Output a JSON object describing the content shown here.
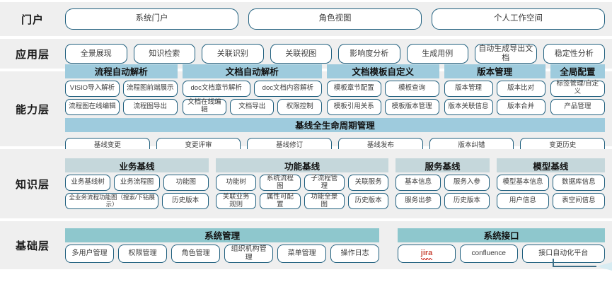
{
  "layers": [
    {
      "key": "portal",
      "label": "门户"
    },
    {
      "key": "application",
      "label": "应用层"
    },
    {
      "key": "capability",
      "label": "能力层"
    },
    {
      "key": "knowledge",
      "label": "知识层"
    },
    {
      "key": "foundation",
      "label": "基础层"
    }
  ],
  "colors": {
    "band_bg": "#efefef",
    "pill_border": "#1f5f7e",
    "capability_header": "#9ecbdd",
    "knowledge_header": "#c5d7db",
    "foundation_header": "#8ec7cd",
    "page_bg": "#ffffff"
  },
  "portal": {
    "label": "门户",
    "items": [
      "系统门户",
      "角色视图",
      "个人工作空间"
    ]
  },
  "application": {
    "label": "应用层",
    "items": [
      "全景展现",
      "知识检索",
      "关联识别",
      "关联视图",
      "影响度分析",
      "生成用例",
      "自动生成导出文档",
      "稳定性分析"
    ]
  },
  "capability": {
    "label": "能力层",
    "groups": [
      {
        "title": "流程自动解析",
        "rows": [
          [
            "VISIO导入解析",
            "流程图前端展示"
          ],
          [
            "流程图在线编辑",
            "流程图导出"
          ]
        ]
      },
      {
        "title": "文档自动解析",
        "rows": [
          [
            "doc文档章节解析",
            "doc文档内容解析"
          ],
          [
            "文档在线编辑",
            "文档导出",
            "权限控制"
          ]
        ]
      },
      {
        "title": "文档模板自定义",
        "rows": [
          [
            "模板章节配置",
            "模板查询"
          ],
          [
            "模板引用关系",
            "模板版本管理"
          ]
        ]
      },
      {
        "title": "版本管理",
        "rows": [
          [
            "版本管理",
            "版本比对"
          ],
          [
            "版本关联信息",
            "版本合并"
          ]
        ]
      },
      {
        "title": "全局配置",
        "rows": [
          [
            "标签管理/自定义"
          ],
          [
            "产品管理"
          ]
        ]
      }
    ],
    "baseline": {
      "title": "基线全生命周期管理",
      "items": [
        "基线变更",
        "变更评审",
        "基线修订",
        "基线发布",
        "版本纠错",
        "变更历史"
      ]
    }
  },
  "knowledge": {
    "label": "知识层",
    "groups": [
      {
        "title": "业务基线",
        "rows": [
          [
            "业务基线树",
            "业务流程图",
            "功能图"
          ],
          [
            "全业务流程功能图（搜索/下钻展示）",
            "历史版本"
          ]
        ]
      },
      {
        "title": "功能基线",
        "rows": [
          [
            "功能树",
            "系统流程图",
            "子流程管理",
            "关联服务"
          ],
          [
            "关联业务规则",
            "属性可配置",
            "功能全景图",
            "历史版本"
          ]
        ]
      },
      {
        "title": "服务基线",
        "rows": [
          [
            "基本信息",
            "服务入参"
          ],
          [
            "服务出参",
            "历史版本"
          ]
        ]
      },
      {
        "title": "模型基线",
        "rows": [
          [
            "模型基本信息",
            "数据库信息"
          ],
          [
            "用户信息",
            "表空间信息"
          ]
        ]
      }
    ]
  },
  "foundation": {
    "label": "基础层",
    "groups": [
      {
        "title": "系统管理",
        "items": [
          "多用户管理",
          "权限管理",
          "角色管理",
          "组织机构管理",
          "菜单管理",
          "操作日志"
        ]
      },
      {
        "title": "系统接口",
        "items": [
          "jira",
          "confluence",
          "接口自动化平台"
        ]
      }
    ]
  }
}
